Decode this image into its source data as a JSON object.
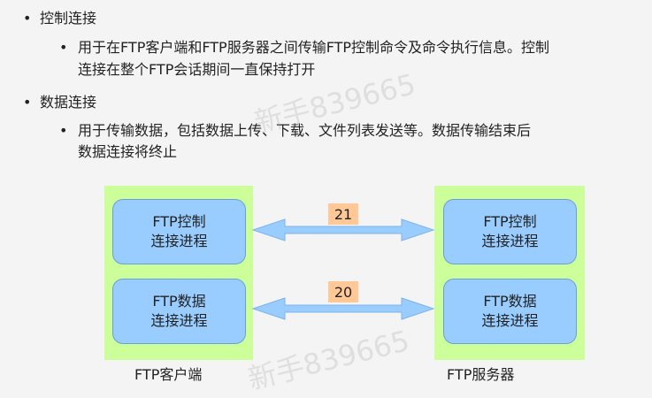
{
  "bullets": [
    {
      "title": "控制连接",
      "sub_lines": [
        "用于在FTP客户端和FTP服务器之间传输FTP控制命令及命令执行信息。控制",
        "连接在整个FTP会话期间一直保持打开"
      ]
    },
    {
      "title": "数据连接",
      "sub_lines": [
        "用于传输数据，包括数据上传、下载、文件列表发送等。数据传输结束后",
        "数据连接将终止"
      ]
    }
  ],
  "diagram": {
    "left_caption": "FTP客户端",
    "right_caption": "FTP服务器",
    "control_proc": [
      "FTP控制",
      "连接进程"
    ],
    "data_proc": [
      "FTP数据",
      "连接进程"
    ],
    "control_port": "21",
    "data_port": "20",
    "colors": {
      "outer": "#ccff99",
      "proc": "#99ccff",
      "port": "#ffc896",
      "arrow": "#99ccff"
    }
  },
  "watermark": "新手839665"
}
